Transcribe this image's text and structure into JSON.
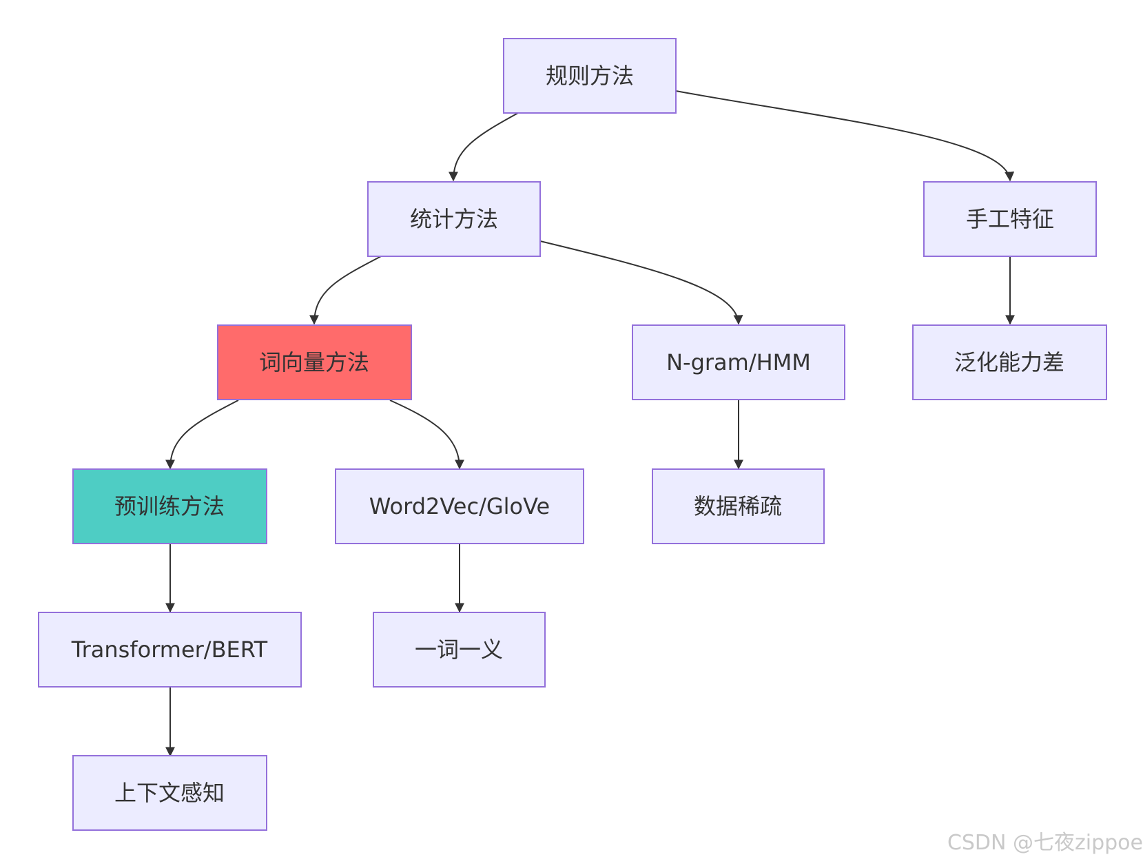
{
  "colors": {
    "node_fill": "#ECECFF",
    "node_stroke": "#9370DB",
    "edge": "#333333",
    "highlight_red": "#FF6B6B",
    "highlight_teal": "#4ECDC4",
    "watermark": "#C9C9C9"
  },
  "nodes": {
    "rule": "规则方法",
    "stat": "统计方法",
    "manual": "手工特征",
    "wordvec": "词向量方法",
    "ngram": "N-gram/HMM",
    "generalize": "泛化能力差",
    "pretrain": "预训练方法",
    "w2v": "Word2Vec/GloVe",
    "sparse": "数据稀疏",
    "bert": "Transformer/BERT",
    "onemeaning": "一词一义",
    "context": "上下文感知"
  },
  "edges": [
    [
      "rule",
      "stat"
    ],
    [
      "rule",
      "manual"
    ],
    [
      "stat",
      "wordvec"
    ],
    [
      "stat",
      "ngram"
    ],
    [
      "manual",
      "generalize"
    ],
    [
      "wordvec",
      "pretrain"
    ],
    [
      "wordvec",
      "w2v"
    ],
    [
      "ngram",
      "sparse"
    ],
    [
      "pretrain",
      "bert"
    ],
    [
      "w2v",
      "onemeaning"
    ],
    [
      "bert",
      "context"
    ]
  ],
  "highlighted": {
    "wordvec": "highlight_red",
    "pretrain": "highlight_teal"
  },
  "watermark": "CSDN @七夜zippoe"
}
